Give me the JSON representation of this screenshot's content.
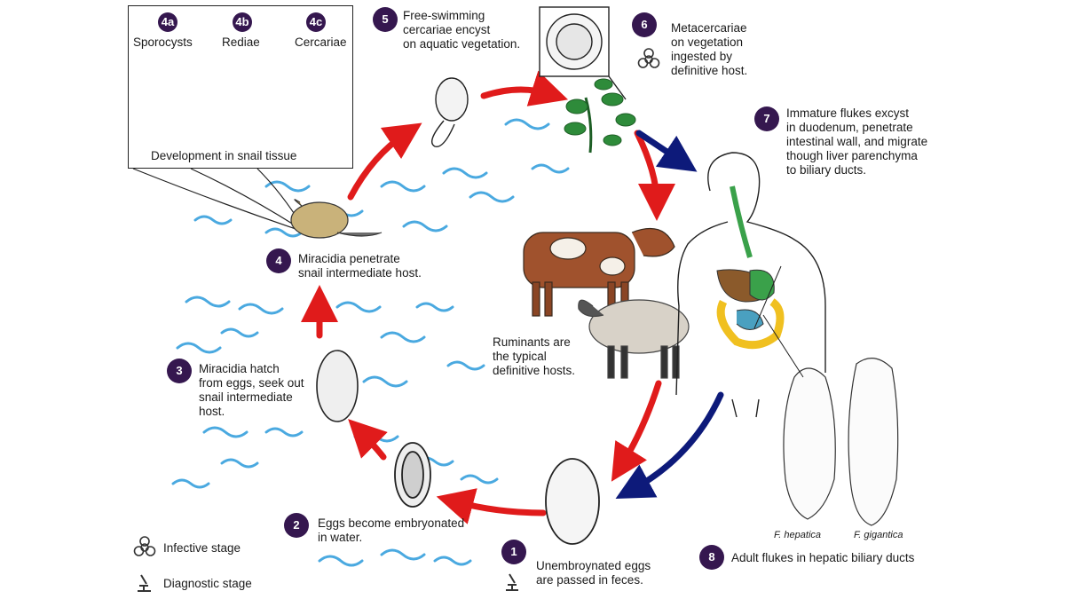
{
  "steps": {
    "s1": {
      "num": "1",
      "lines": [
        "Unembroynated eggs",
        "are passed in feces."
      ]
    },
    "s2": {
      "num": "2",
      "lines": [
        "Eggs become embryonated",
        "in water."
      ]
    },
    "s3": {
      "num": "3",
      "lines": [
        "Miracidia hatch",
        "from eggs, seek out",
        "snail intermediate",
        "host."
      ]
    },
    "s4": {
      "num": "4",
      "lines": [
        "Miracidia penetrate",
        "snail intermediate host."
      ]
    },
    "s4a": {
      "num": "4a",
      "label": "Sporocysts"
    },
    "s4b": {
      "num": "4b",
      "label": "Rediae"
    },
    "s4c": {
      "num": "4c",
      "label": "Cercariae"
    },
    "s5": {
      "num": "5",
      "lines": [
        "Free-swimming",
        "cercariae encyst",
        "on aquatic vegetation."
      ]
    },
    "s6": {
      "num": "6",
      "lines": [
        "Metacercariae",
        "on vegetation",
        "ingested by",
        "definitive host."
      ]
    },
    "s7": {
      "num": "7",
      "lines": [
        "Immature flukes excyst",
        "in duodenum, penetrate",
        "intestinal wall, and migrate",
        "though liver parenchyma",
        "to biliary ducts."
      ]
    },
    "s8": {
      "num": "8",
      "lines": [
        "Adult flukes in hepatic biliary ducts"
      ]
    }
  },
  "snail_box_caption": "Development in snail tissue",
  "ruminants": [
    "Ruminants are",
    "the typical",
    "definitive hosts."
  ],
  "species": {
    "hepatica": "F. hepatica",
    "gigantica": "F. gigantica"
  },
  "legend": {
    "infective": "Infective stage",
    "diagnostic": "Diagnostic stage"
  },
  "colors": {
    "badge": "#35174f",
    "cycle_arrow": "#e01b1b",
    "human_arrow": "#0d1a7a",
    "water": "#4aa9e0"
  }
}
